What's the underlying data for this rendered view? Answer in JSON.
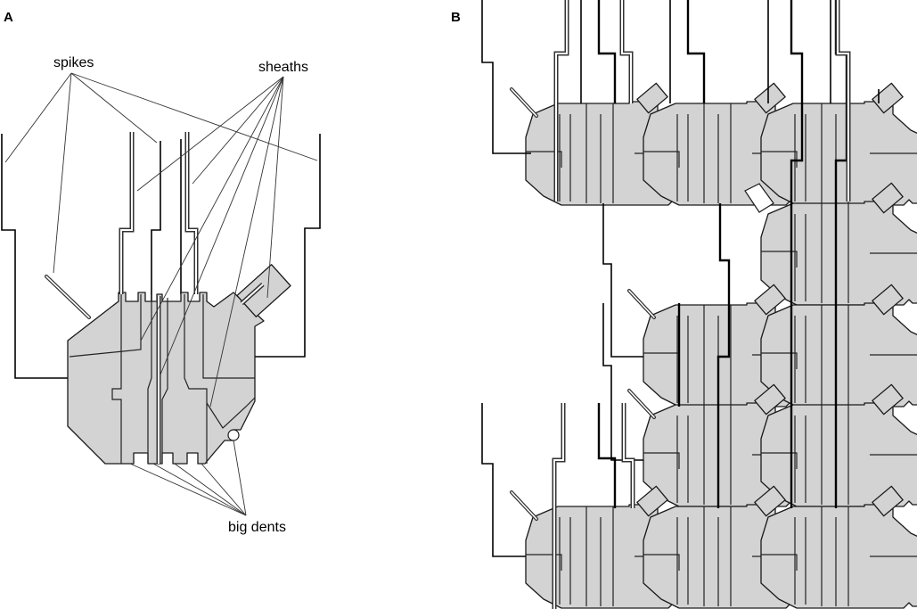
{
  "panels": {
    "a": {
      "letter": "A"
    },
    "b": {
      "letter": "B"
    }
  },
  "annotations": {
    "spikes": "spikes",
    "sheaths": "sheaths",
    "big_dents": "big dents"
  }
}
